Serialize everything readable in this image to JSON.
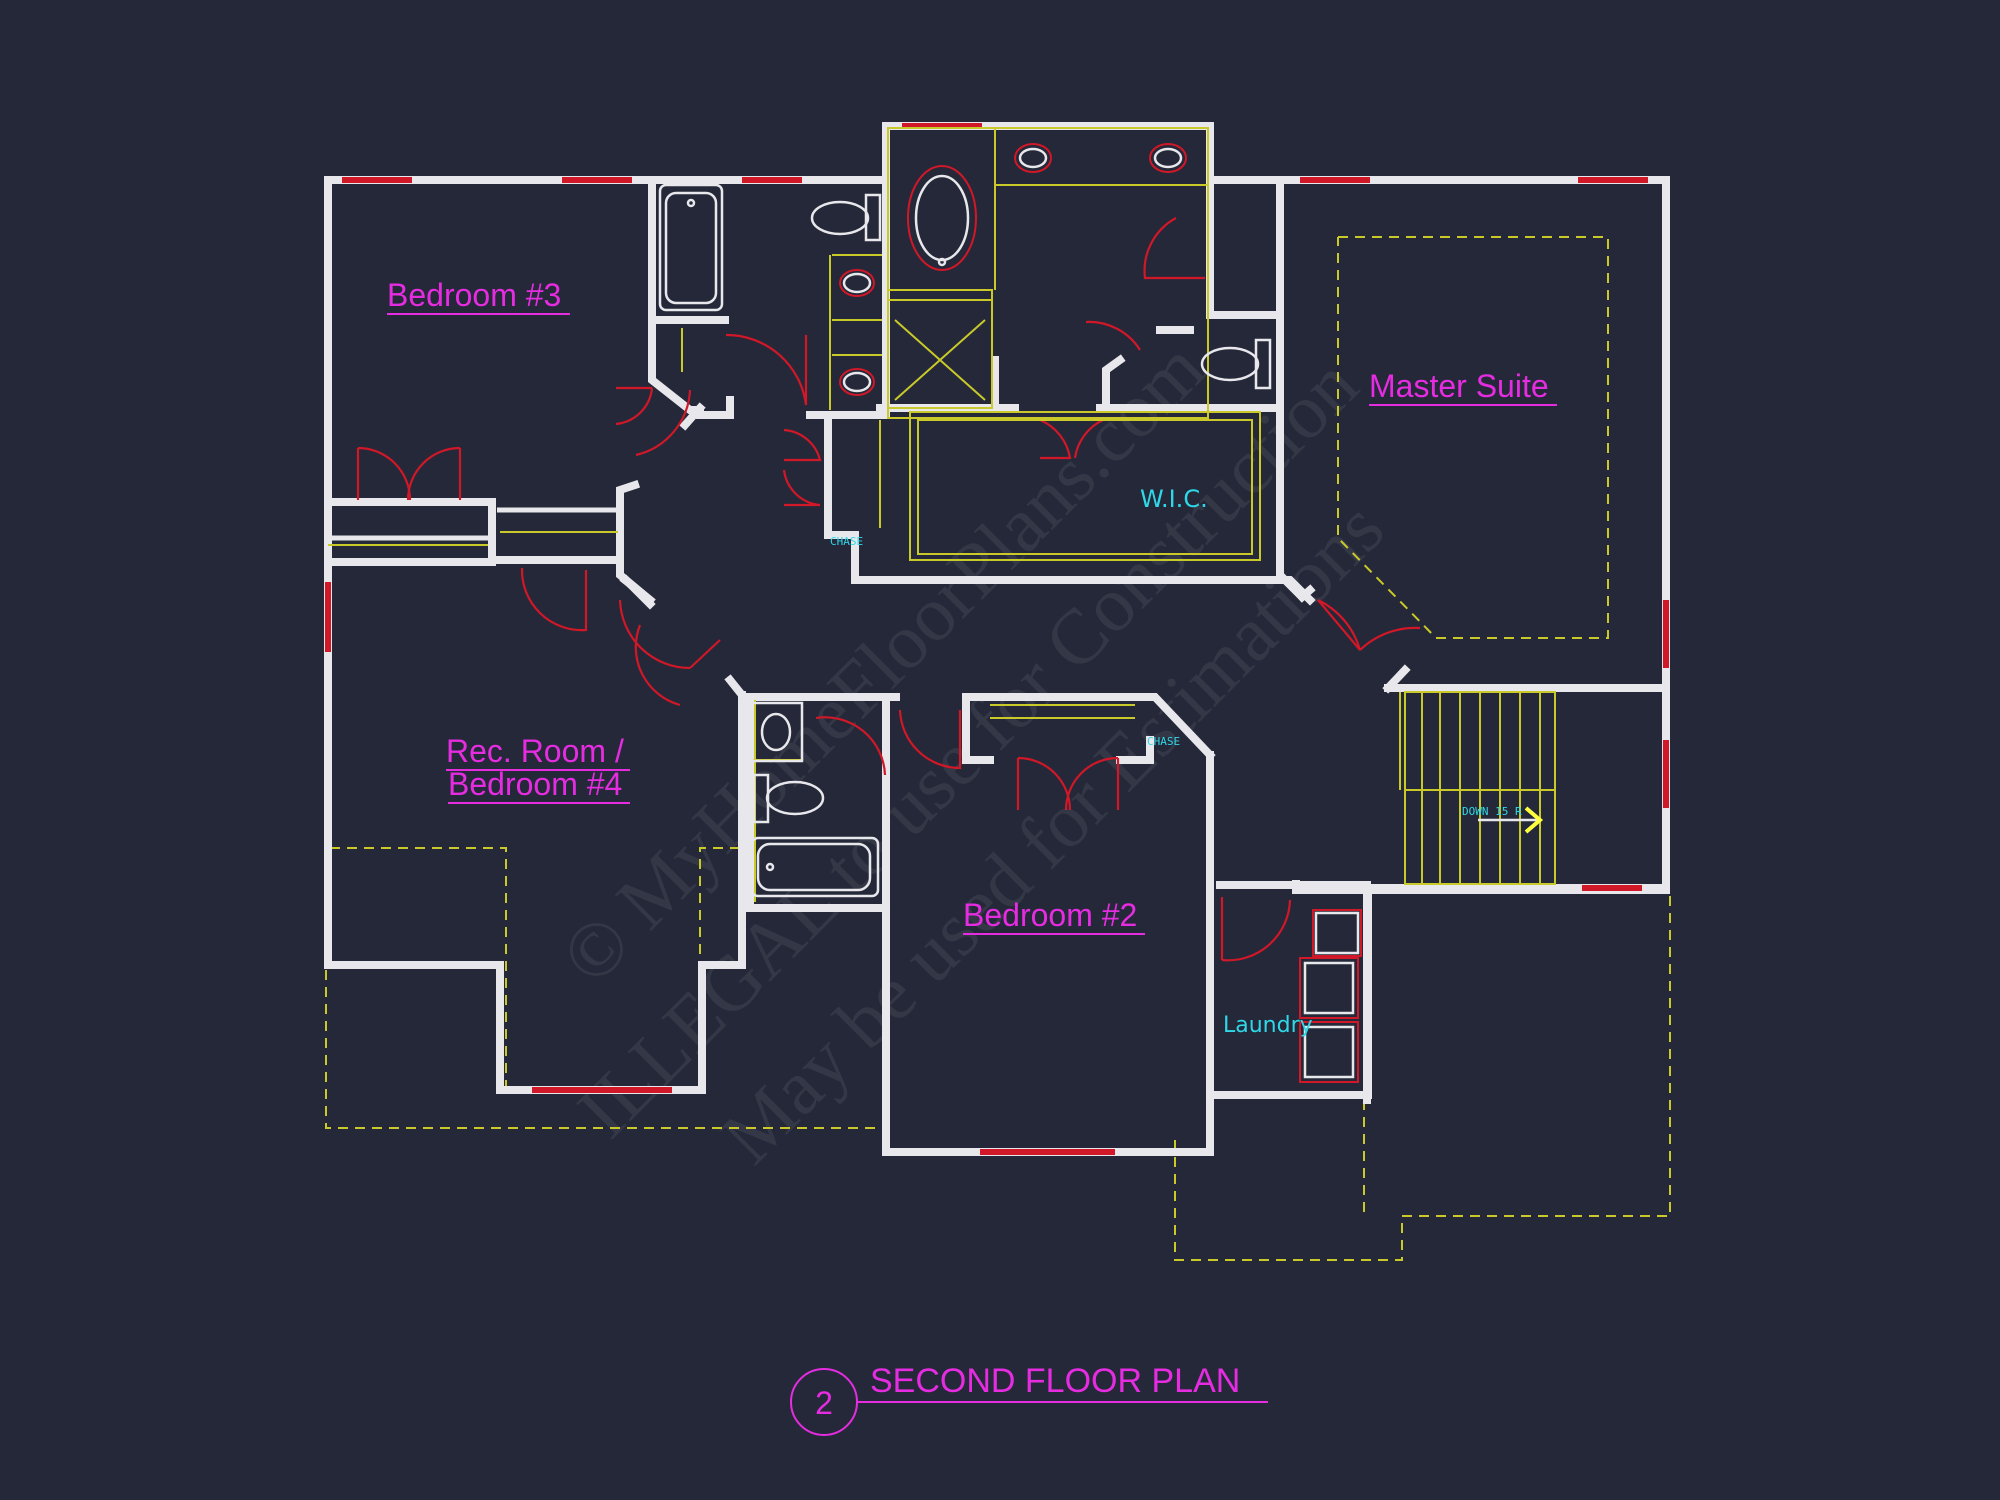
{
  "rooms": {
    "bedroom3": "Bedroom #3",
    "master_suite": "Master Suite",
    "wic": "W.I.C.",
    "rec_room_line1": "Rec. Room /",
    "rec_room_line2": "Bedroom #4",
    "bedroom2": "Bedroom #2",
    "laundry": "Laundry"
  },
  "notes": {
    "chase_1": "CHASE",
    "chase_2": "CHASE",
    "stairs": "DOWN 15 R"
  },
  "title": {
    "number": "2",
    "text": "SECOND FLOOR PLAN"
  },
  "watermark": {
    "line1": "© MyHomeFloorPlans.com",
    "line2": "ILLEGAL to use for Construction",
    "line3": "May be used for Estimations"
  },
  "colors": {
    "background": "#242838",
    "walls": "#e8e8ec",
    "windows": "#d01828",
    "doors": "#d01828",
    "labels": "#e52ce0",
    "annotations": "#2fd8e8",
    "dashed_outlines": "#c9c92a"
  }
}
